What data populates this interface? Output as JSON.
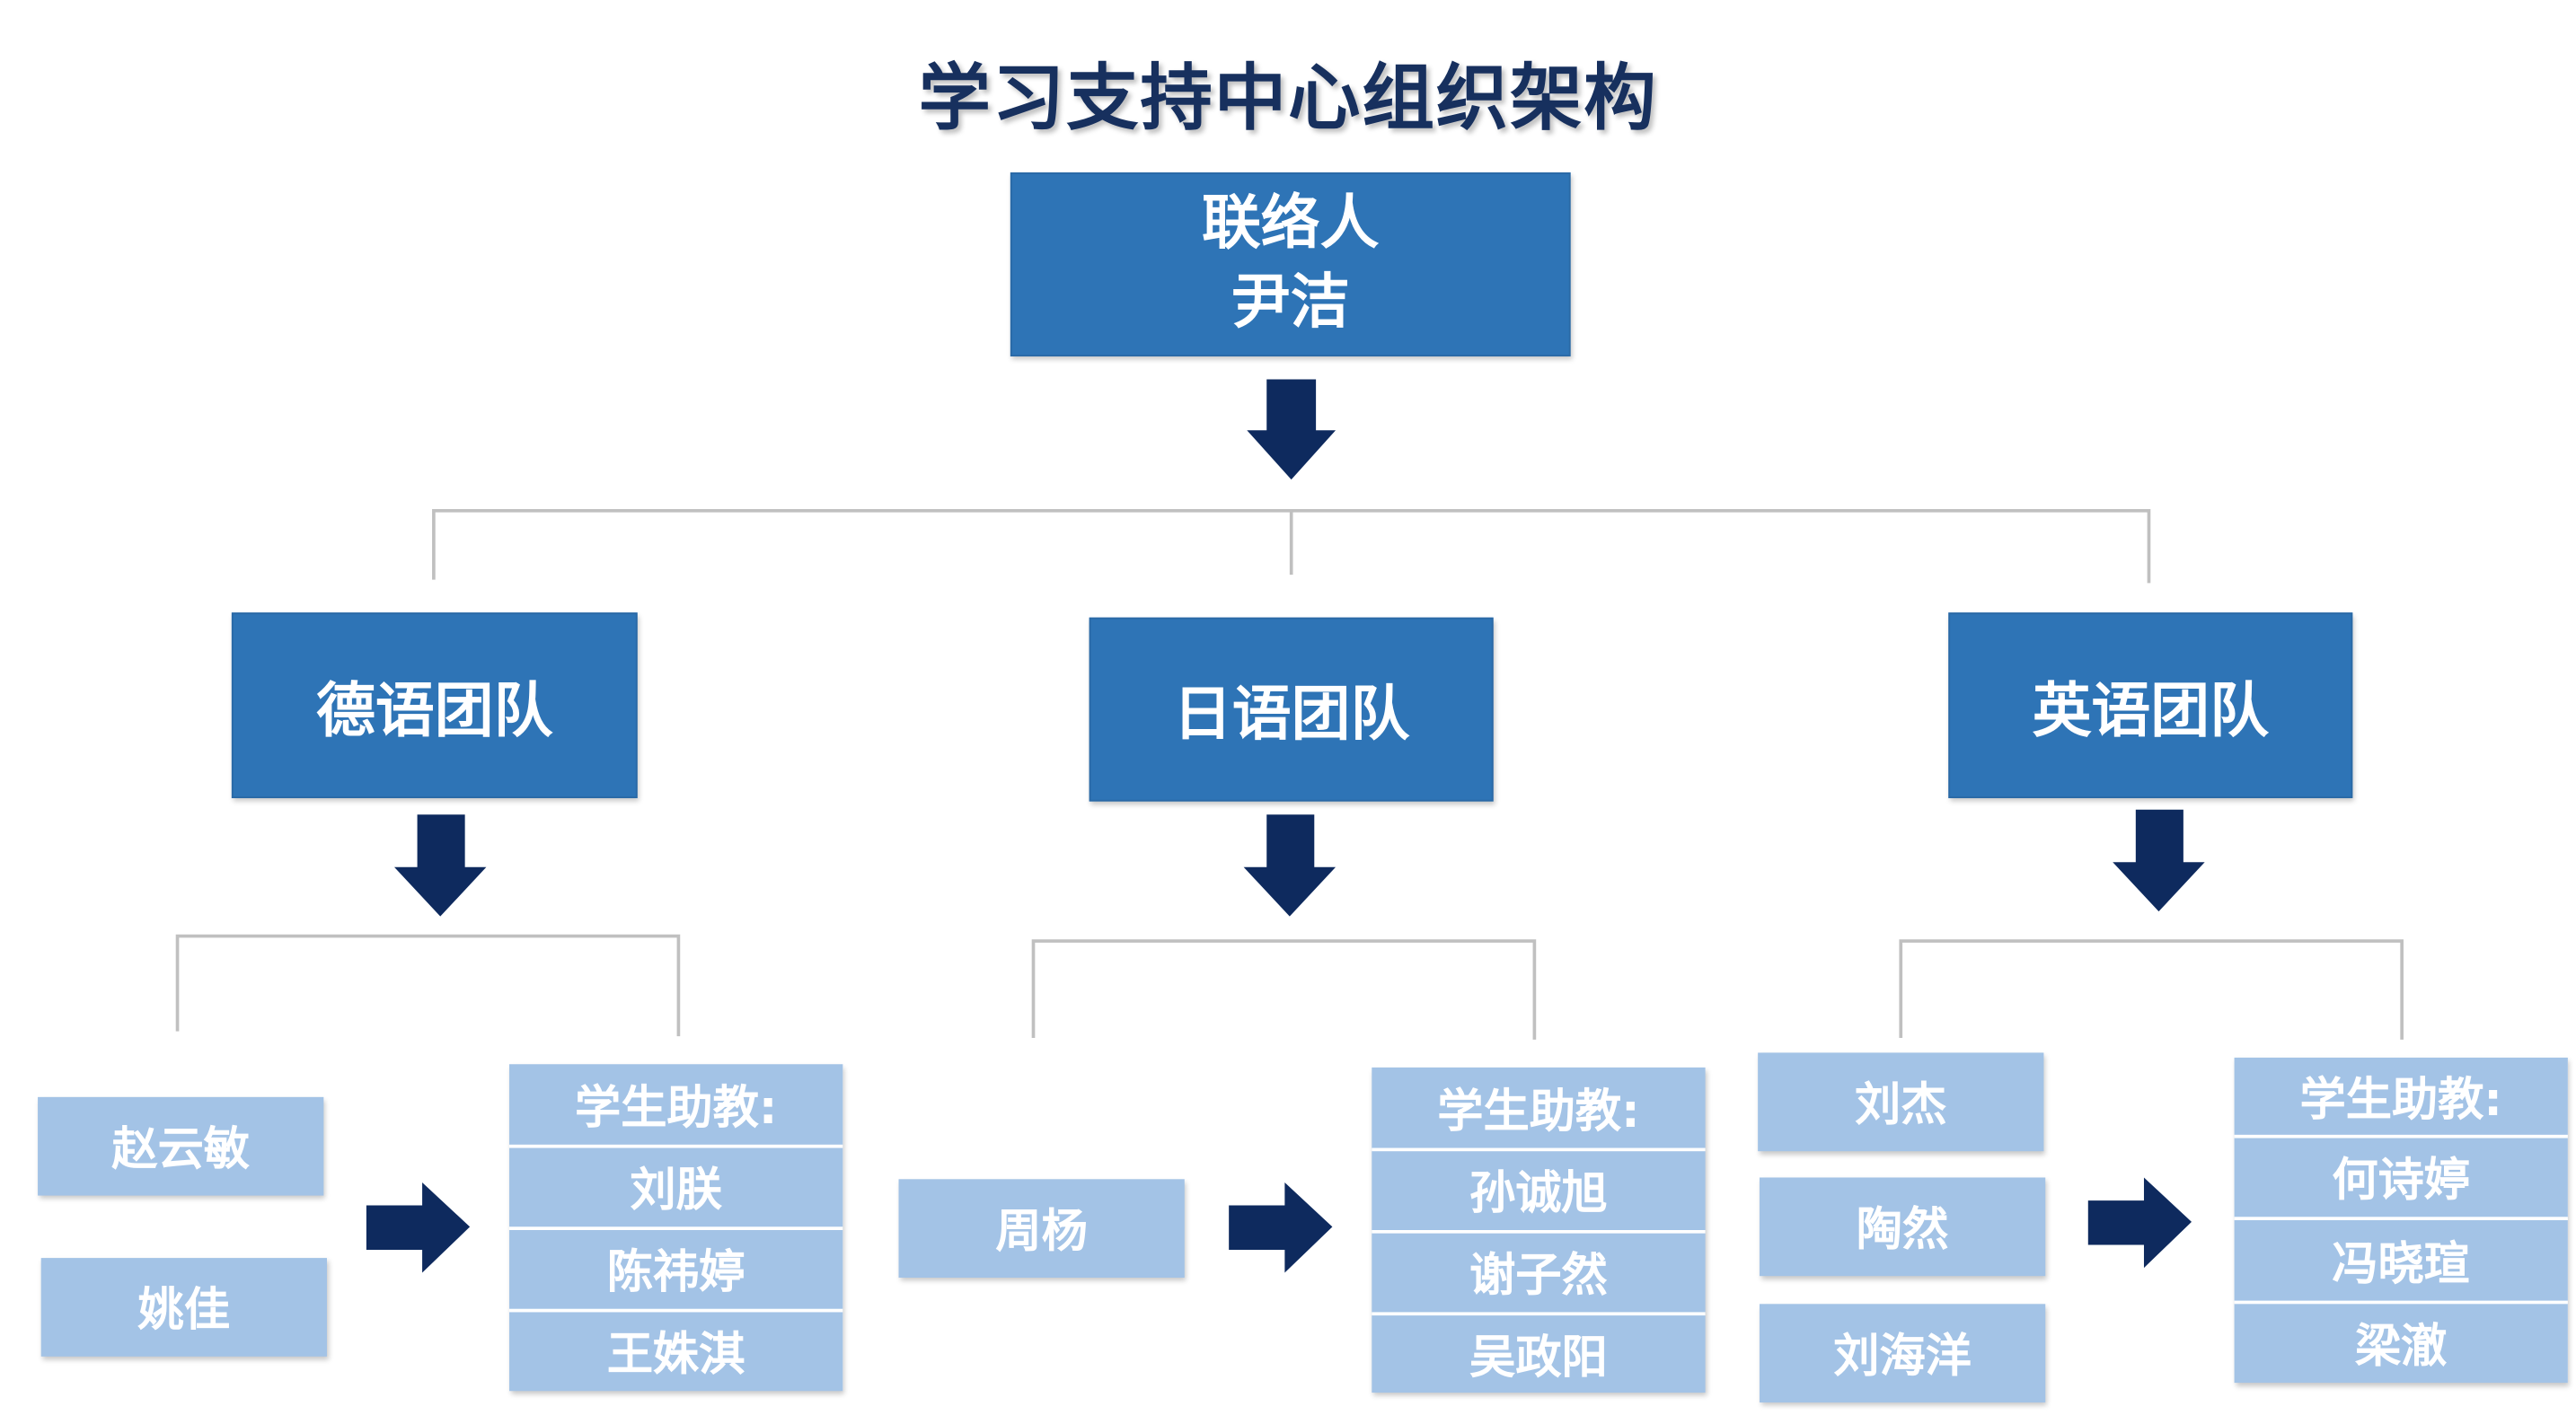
{
  "title": "学习支持中心组织架构",
  "colors": {
    "title": "#17305e",
    "dark_box": "#2e74b6",
    "light_box": "#a3c3e6",
    "arrow": "#0e2a5e",
    "connector": "#c0c0c0"
  },
  "root": {
    "role": "联络人",
    "name": "尹洁"
  },
  "teams": [
    {
      "name": "德语团队",
      "members": [
        "赵云敏",
        "姚佳"
      ],
      "assistants_label": "学生助教:",
      "assistants": [
        "刘朕",
        "陈祎婷",
        "王姝淇"
      ]
    },
    {
      "name": "日语团队",
      "members": [
        "周杨"
      ],
      "assistants_label": "学生助教:",
      "assistants": [
        "孙诚旭",
        "谢子然",
        "吴政阳"
      ]
    },
    {
      "name": "英语团队",
      "members": [
        "刘杰",
        "陶然",
        "刘海洋"
      ],
      "assistants_label": "学生助教:",
      "assistants": [
        "何诗婷",
        "冯晓瑄",
        "梁澈"
      ]
    }
  ]
}
